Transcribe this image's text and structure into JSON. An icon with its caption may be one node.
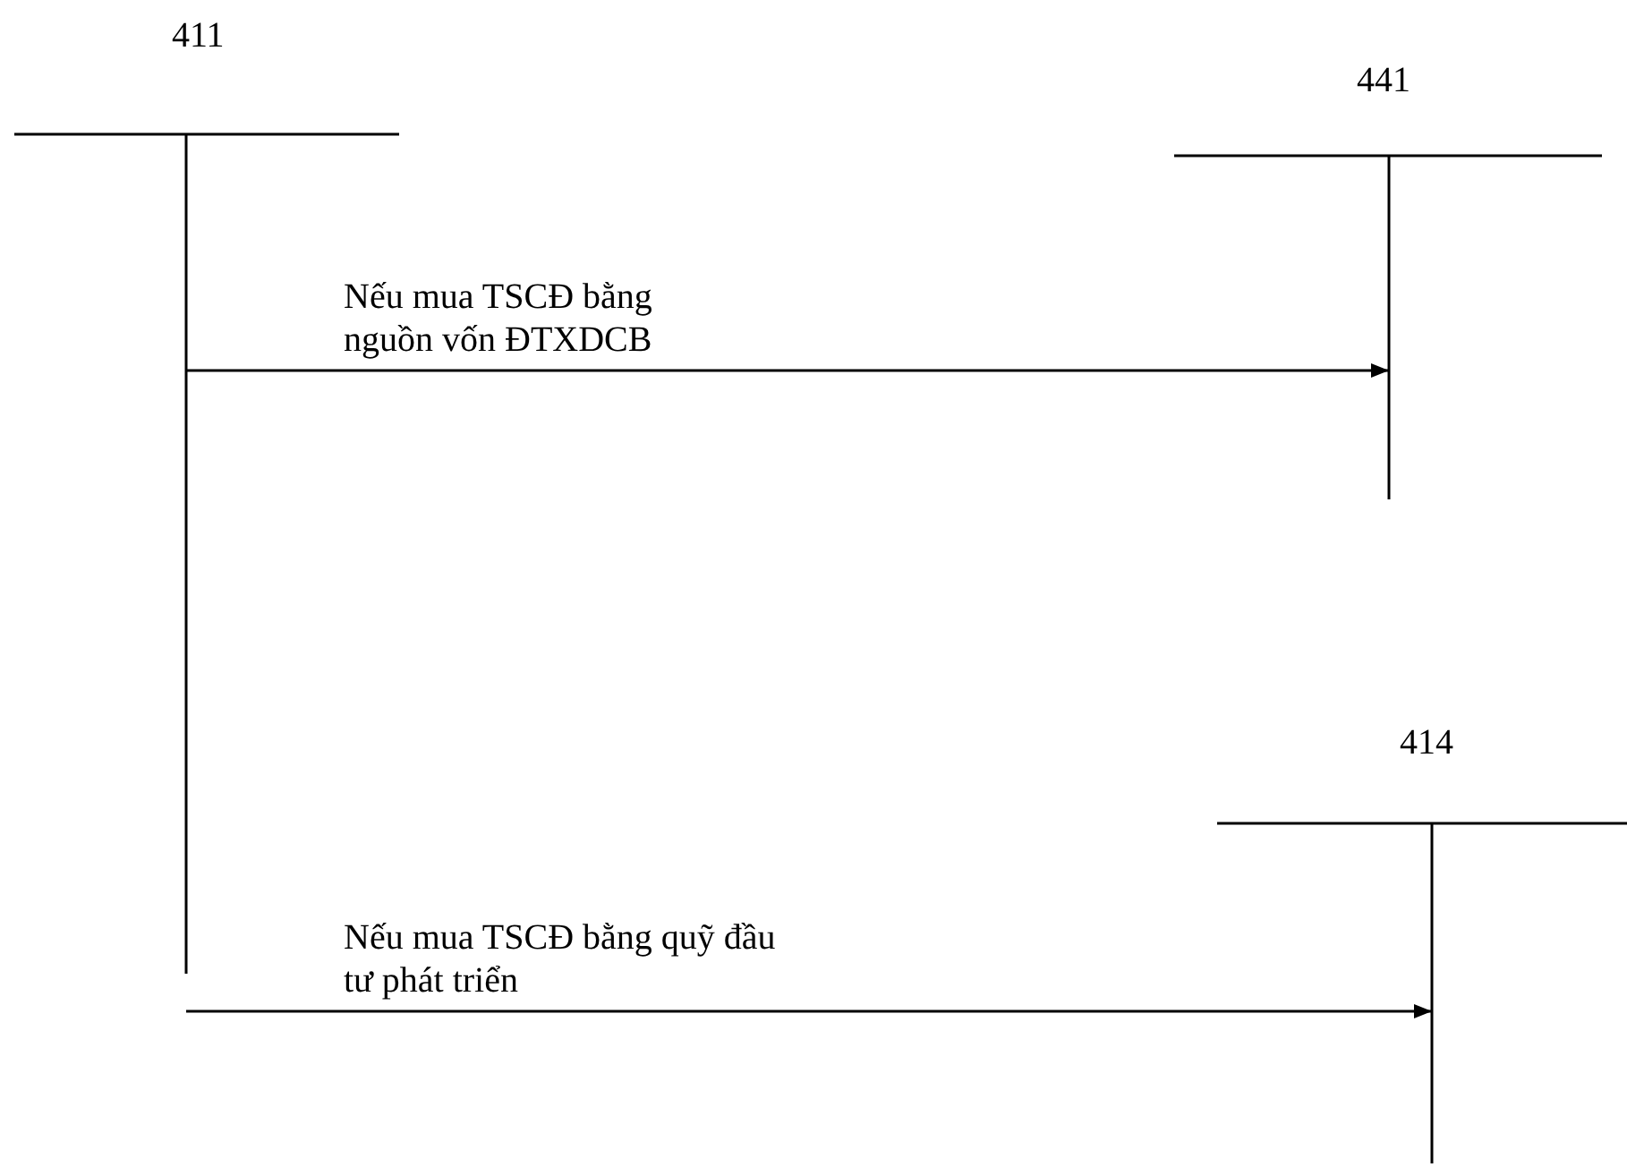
{
  "diagram": {
    "nodes": [
      {
        "text": [
          "411"
        ]
      },
      {
        "text": [
          "441"
        ]
      },
      {
        "text": [
          "414"
        ]
      }
    ],
    "edges": [
      {
        "from": 0,
        "to": 1,
        "arrow": "to",
        "label": "Nếu mua TSCĐ bằng nguồn vốn ĐTXDCB"
      },
      {
        "from": 0,
        "to": 2,
        "arrow": "to",
        "label": "Nếu mua TSCĐ bằng quỹ đầu tư phát triển"
      }
    ]
  }
}
